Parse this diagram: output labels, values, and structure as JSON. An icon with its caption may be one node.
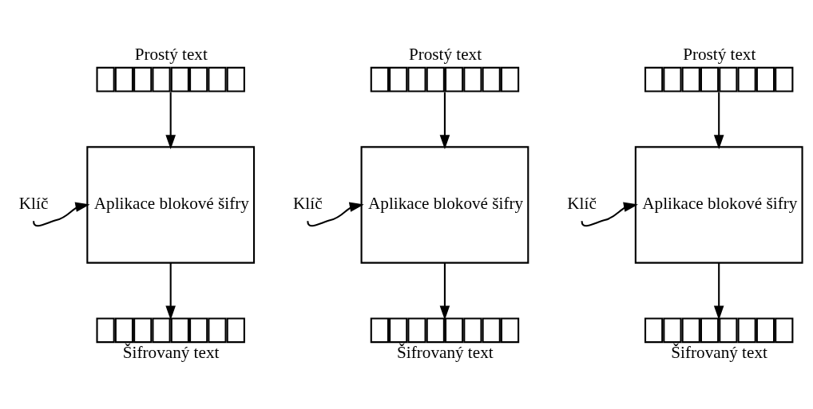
{
  "diagram": {
    "nodes": [
      {
        "text": [
          "Prostý text"
        ]
      },
      {
        "text": [
          "Klíč"
        ]
      },
      {
        "text": [
          "Aplikace blokové šifry"
        ]
      },
      {
        "text": [
          "Šifrovaný text"
        ]
      },
      {
        "text": [
          "Prostý text"
        ]
      },
      {
        "text": [
          "Klíč"
        ]
      },
      {
        "text": [
          "Aplikace blokové šifry"
        ]
      },
      {
        "text": [
          "Šifrovaný text"
        ]
      },
      {
        "text": [
          "Prostý text"
        ]
      },
      {
        "text": [
          "Klíč"
        ]
      },
      {
        "text": [
          "Aplikace blokové šifry"
        ]
      },
      {
        "text": [
          "Šifrovaný text"
        ]
      }
    ],
    "edges": [
      {
        "from": 0,
        "to": 2,
        "arrow": "to"
      },
      {
        "from": 1,
        "to": 2,
        "arrow": "to"
      },
      {
        "from": 2,
        "to": 3,
        "arrow": "to"
      },
      {
        "from": 4,
        "to": 6,
        "arrow": "to"
      },
      {
        "from": 5,
        "to": 6,
        "arrow": "to"
      },
      {
        "from": 6,
        "to": 7,
        "arrow": "to"
      },
      {
        "from": 8,
        "to": 10,
        "arrow": "to"
      },
      {
        "from": 9,
        "to": 10,
        "arrow": "to"
      },
      {
        "from": 10,
        "to": 11,
        "arrow": "to"
      }
    ]
  }
}
